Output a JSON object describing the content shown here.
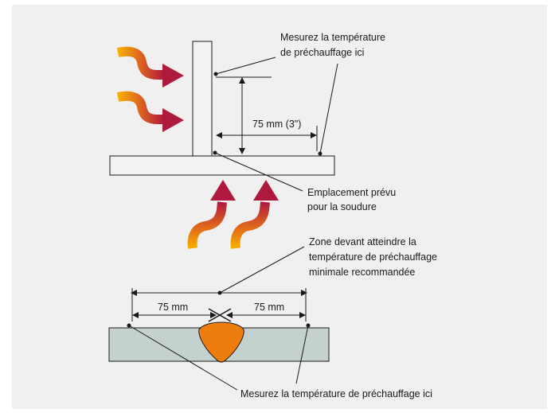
{
  "top": {
    "label_measure_line1": "Mesurez la température",
    "label_measure_line2": "de préchauffage ici",
    "dimension": "75 mm (3\")",
    "label_weld_line1": "Emplacement prévu",
    "label_weld_line2": "pour la soudure"
  },
  "bottom": {
    "label_zone_line1": "Zone devant atteindre la",
    "label_zone_line2": "température de préchauffage",
    "label_zone_line3": "minimale recommandée",
    "dim_left": "75 mm",
    "dim_right": "75 mm",
    "label_measure": "Mesurez la température de préchauffage ici"
  },
  "colors": {
    "background": "#f0f0f0",
    "plate_top": "#f2f2f2",
    "plate_bottom": "#c5d1cf",
    "weld": "#ee7d0e",
    "heat_arrow_start": "#f7b100",
    "heat_arrow_end": "#b0193e"
  }
}
